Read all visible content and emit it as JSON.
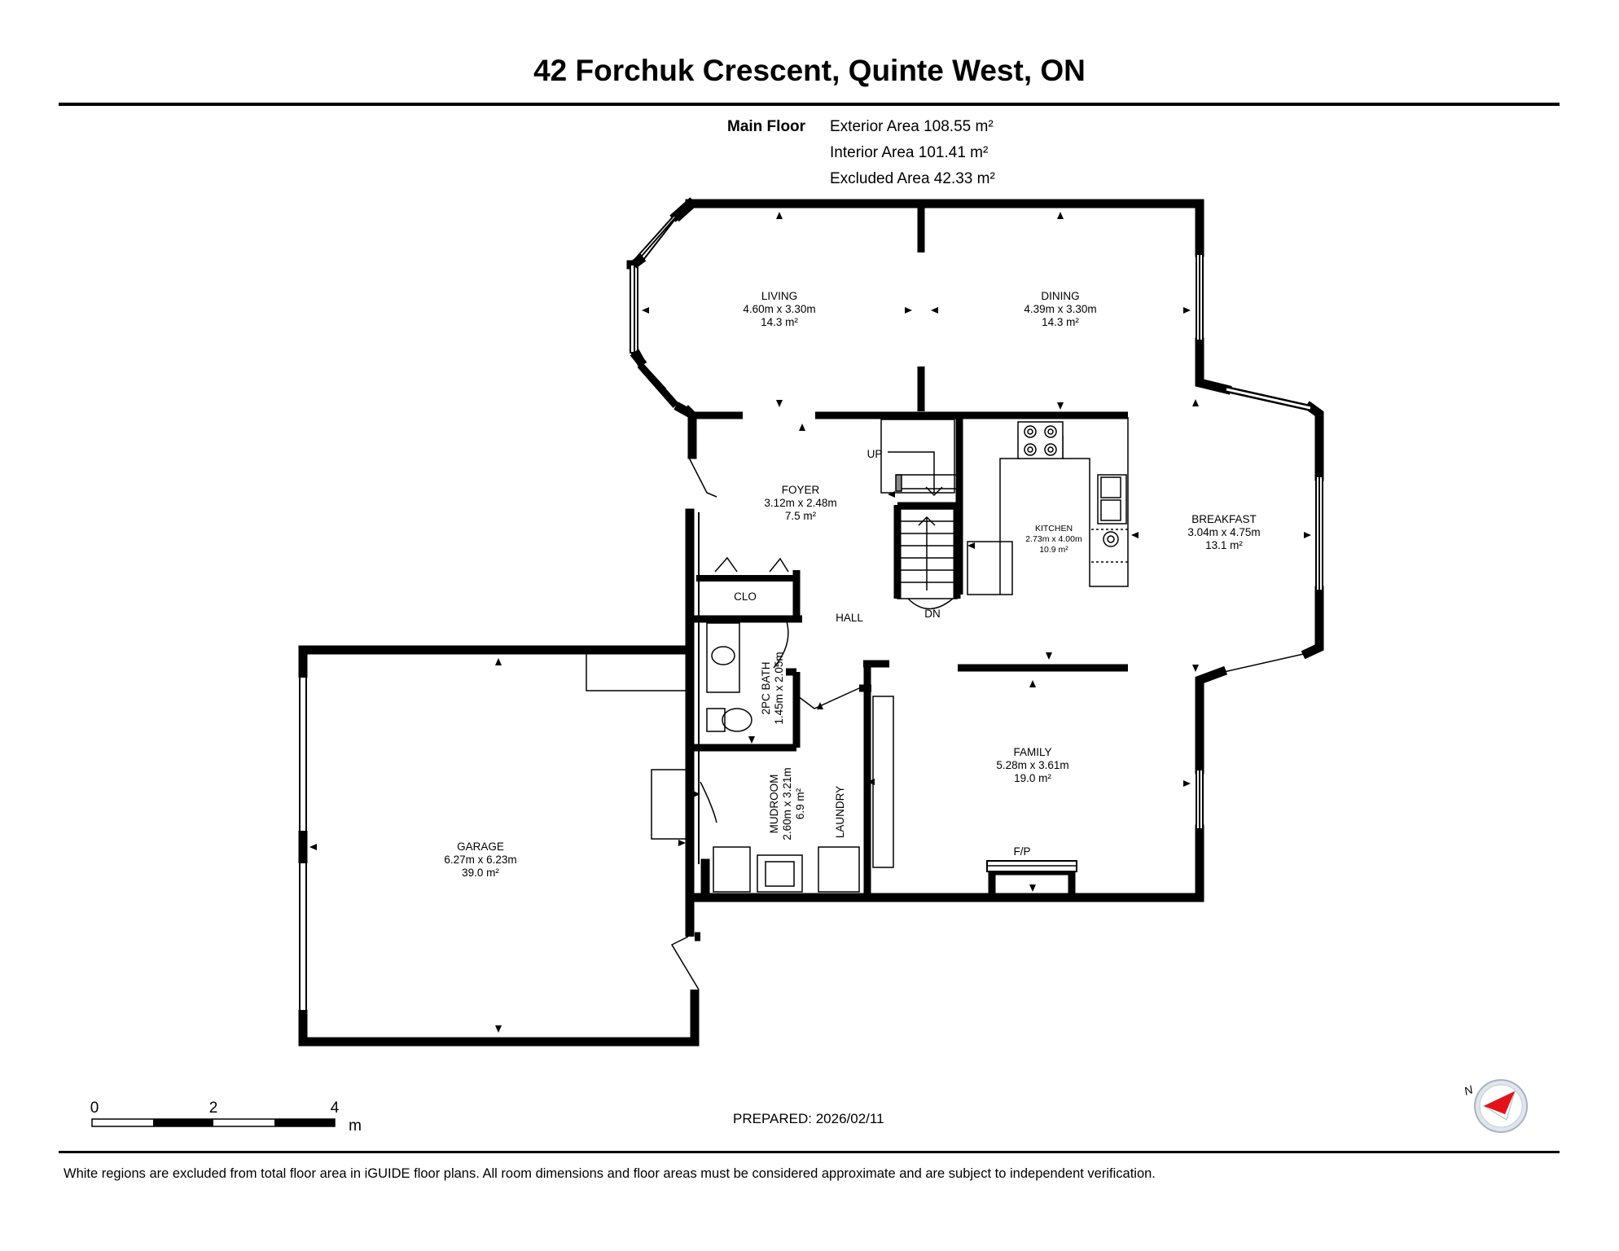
{
  "title": "42 Forchuk Crescent, Quinte West, ON",
  "floor_label": "Main Floor",
  "areas": [
    "Exterior Area 108.55 m²",
    "Interior Area 101.41 m²",
    "Excluded Area 42.33 m²"
  ],
  "rooms": {
    "living": {
      "name": "LIVING",
      "dims": "4.60m x 3.30m",
      "area": "14.3 m²"
    },
    "dining": {
      "name": "DINING",
      "dims": "4.39m x 3.30m",
      "area": "14.3 m²"
    },
    "foyer": {
      "name": "FOYER",
      "dims": "3.12m x 2.48m",
      "area": "7.5 m²"
    },
    "kitchen": {
      "name": "KITCHEN",
      "dims": "2.73m x 4.00m",
      "area": "10.9 m²"
    },
    "breakfast": {
      "name": "BREAKFAST",
      "dims": "3.04m x 4.75m",
      "area": "13.1 m²"
    },
    "family": {
      "name": "FAMILY",
      "dims": "5.28m x 3.61m",
      "area": "19.0 m²"
    },
    "garage": {
      "name": "GARAGE",
      "dims": "6.27m x 6.23m",
      "area": "39.0 m²"
    },
    "bath": {
      "name": "2PC BATH",
      "dims": "1.45m x 2.05m"
    },
    "mudroom": {
      "name": "MUDROOM",
      "dims": "2.60m x 3.21m",
      "area": "6.9 m²"
    },
    "laundry": {
      "name": "LAUNDRY"
    },
    "closet": {
      "name": "CLO"
    },
    "hall": {
      "name": "HALL"
    }
  },
  "labels": {
    "up": "UP",
    "down": "DN",
    "fireplace": "F/P",
    "compass_n": "N"
  },
  "scale": {
    "ticks": [
      "0",
      "2",
      "4"
    ],
    "unit": "m"
  },
  "prepared": "PREPARED: 2026/02/11",
  "disclaimer": "White regions are excluded from total floor area in iGUIDE floor plans. All room dimensions and floor areas must be considered approximate and are subject to independent verification."
}
